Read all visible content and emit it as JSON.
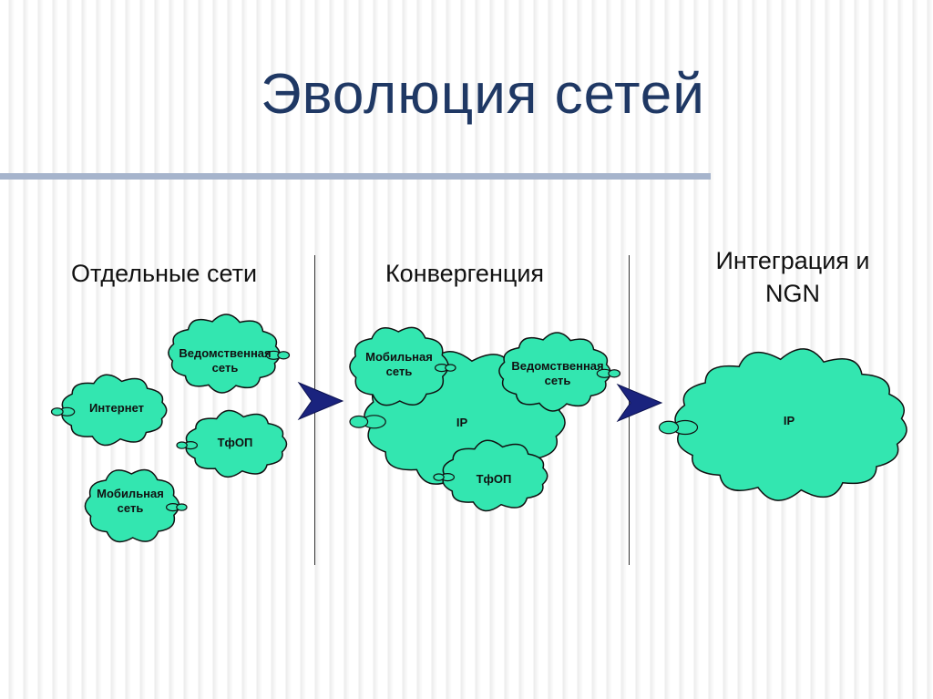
{
  "title": "Эволюция сетей",
  "columns": [
    {
      "heading": "Отдельные сети"
    },
    {
      "heading": "Конвергенция"
    },
    {
      "heading": "Интеграция и NGN"
    }
  ],
  "clouds": {
    "separate": {
      "vedomstvennaya": [
        "Ведомственная",
        "сеть"
      ],
      "internet": [
        "Интернет"
      ],
      "tfop": [
        "ТфОП"
      ],
      "mobilnaya": [
        "Мобильная",
        "сеть"
      ]
    },
    "convergence": {
      "ip": [
        "IP"
      ],
      "mobilnaya": [
        "Мобильная",
        "сеть"
      ],
      "vedomstvennaya": [
        "Ведомственная",
        "сеть"
      ],
      "tfop": [
        "ТфОП"
      ]
    },
    "integration": {
      "ip": [
        "IP"
      ]
    }
  },
  "colors": {
    "cloud_fill": "#33e6b0",
    "cloud_stroke": "#111111",
    "arrow": "#1a237e",
    "title": "#1f3864",
    "rule": "#a6b4cc"
  },
  "icons": [
    "right-arrow-icon",
    "cloud-icon"
  ]
}
